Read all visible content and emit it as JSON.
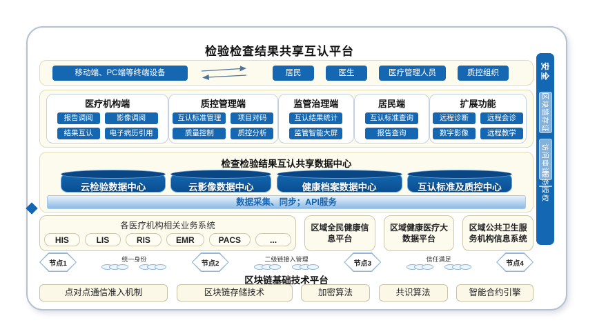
{
  "title": "检验检查结果共享互认平台",
  "terminal_band": {
    "device": "移动端、PC端等终端设备",
    "roles": [
      "居民",
      "医生",
      "医疗管理人员",
      "质控组织"
    ]
  },
  "client_cards": [
    {
      "title": "医疗机构端",
      "cols": 2,
      "buttons": [
        "报告调阅",
        "影像调阅",
        "结果互认",
        "电子病历引用"
      ]
    },
    {
      "title": "质控管理端",
      "cols": 2,
      "buttons": [
        "互认标准管理",
        "项目对码",
        "质量控制",
        "质控分析"
      ]
    },
    {
      "title": "监管治理端",
      "cols": 1,
      "buttons": [
        "互认结果统计",
        "监管智能大屏"
      ]
    },
    {
      "title": "居民端",
      "cols": 1,
      "buttons": [
        "互认标准查询",
        "报告查询"
      ]
    },
    {
      "title": "扩展功能",
      "cols": 2,
      "buttons": [
        "远程诊断",
        "远程会诊",
        "数字影像",
        "远程教学"
      ]
    }
  ],
  "data_center": {
    "title": "检查检验结果互认共享数据中心",
    "cylinders": [
      "云检验数据中心",
      "云影像数据中心",
      "健康档案数据中心",
      "互认标准及质控中心"
    ],
    "api_bar": "数据采集、同步；API服务"
  },
  "source_systems": {
    "hospital": {
      "title": "各医疗机构相关业务系统",
      "systems": [
        "HIS",
        "LIS",
        "RIS",
        "EMR",
        "PACS",
        "..."
      ]
    },
    "regional": [
      "区域全民健康信息平台",
      "区域健康医疗大数据平台",
      "区域公共卫生服务机构信息系统"
    ]
  },
  "blockchain_nodes": {
    "nodes": [
      "节点1",
      "节点2",
      "节点3",
      "节点4"
    ],
    "links": [
      "统一身份",
      "二级链接入管理",
      "信任满足"
    ]
  },
  "blockchain_platform": {
    "title": "区块链基础技术平台",
    "components": [
      "点对点通信准入机制",
      "区块链存储技术",
      "加密算法",
      "共识算法",
      "智能合约引擎"
    ]
  },
  "security": {
    "label": "安全",
    "items": [
      "区块链存证",
      "访问审计",
      "服务授权"
    ]
  },
  "colors": {
    "primary_blue": "#1667b2",
    "cylinder_blue": "#0d5aa0",
    "cylinder_top": "#0a4684",
    "diamond_blue": "#1565b0",
    "security_bar": "#1467b2",
    "security_item": "#84b1da",
    "cream_panel": "#fdfbee",
    "api_text": "#1565b5"
  }
}
